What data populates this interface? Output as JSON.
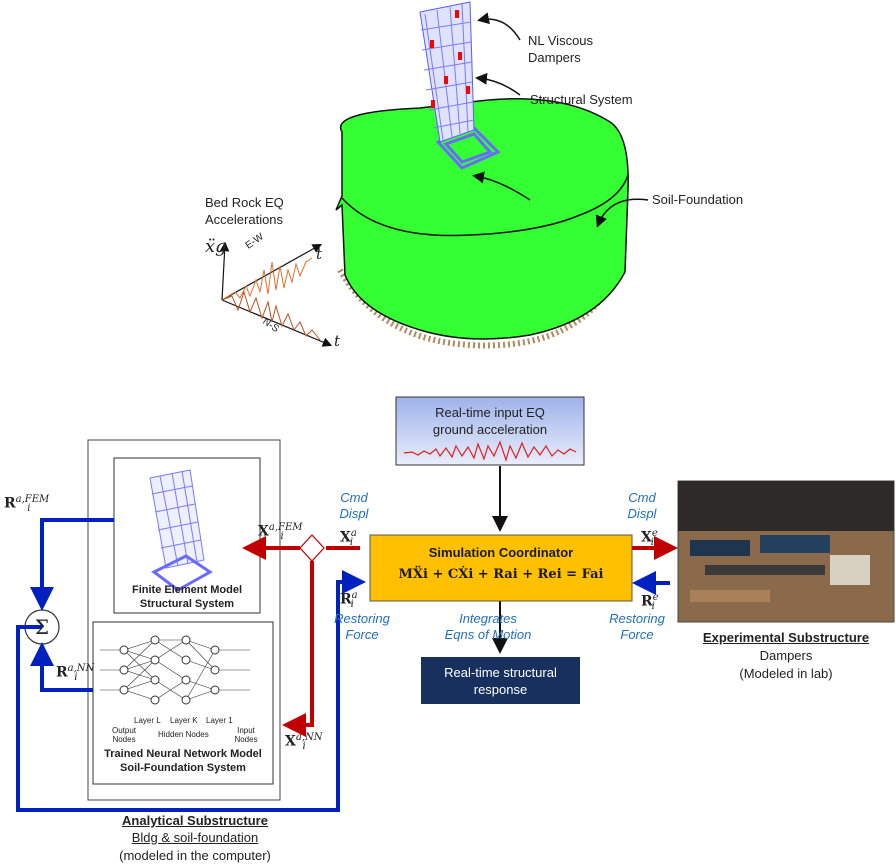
{
  "top": {
    "nl_viscous_dampers": "NL Viscous\nDampers",
    "structural_system": "Structural System",
    "soil_foundation": "Soil-Foundation",
    "bed_rock": "Bed Rock EQ\nAccelerations",
    "xg_symbol": "ẍg",
    "ew_label": "E-W",
    "ns_label": "N-S",
    "t_label": "t"
  },
  "input_box": {
    "text": "Real-time input EQ\nground acceleration"
  },
  "coordinator": {
    "title": "Simulation Coordinator",
    "equation": "MẌi + CẊi + Rai + Rei = Fai"
  },
  "response_box": {
    "text": "Real-time structural\nresponse"
  },
  "labels": {
    "cmd_displ_left": "Cmd\nDispl",
    "cmd_displ_right": "Cmd\nDispl",
    "restoring_left": "Restoring\nForce",
    "restoring_right": "Restoring\nForce",
    "integrates": "Integrates\nEqns of Motion"
  },
  "symbols": {
    "R_fem": {
      "base": "R",
      "sup": "a,FEM",
      "sub": "i"
    },
    "R_nn": {
      "base": "R",
      "sup": "a,NN",
      "sub": "i"
    },
    "X_fem": {
      "base": "X",
      "sup": "a,FEM",
      "sub": "i"
    },
    "X_nn": {
      "base": "X",
      "sup": "a,NN",
      "sub": "i"
    },
    "X_a": {
      "base": "X",
      "sup": "a",
      "sub": "i"
    },
    "R_a": {
      "base": "R",
      "sup": "a",
      "sub": "i"
    },
    "X_e": {
      "base": "X",
      "sup": "e",
      "sub": "i"
    },
    "R_e": {
      "base": "R",
      "sup": "e",
      "sub": "i"
    },
    "sigma": "Σ"
  },
  "fem": {
    "caption": "Finite Element Model\nStructural System"
  },
  "nn": {
    "caption": "Trained Neural Network Model\nSoil-Foundation System",
    "output_nodes": "Output\nNodes",
    "layer_l": "Layer L",
    "layer_k": "Layer K",
    "layer_1": "Layer 1",
    "hidden_nodes": "Hidden Nodes",
    "input_nodes": "Input\nNodes"
  },
  "analytical": {
    "title": "Analytical Substructure",
    "line1": "Bldg & soil-foundation",
    "line2": "(modeled in the computer)"
  },
  "experimental": {
    "title": "Experimental Substructure",
    "line1": "Dampers",
    "line2": "(Modeled in lab)"
  },
  "colors": {
    "red_arrow": "#c00000",
    "blue_arrow": "#0020c0",
    "coordinator_fill": "#ffc000",
    "response_fill": "#17305e",
    "soil_green": "#33ff33",
    "italic_blue": "#1f6fc0"
  }
}
